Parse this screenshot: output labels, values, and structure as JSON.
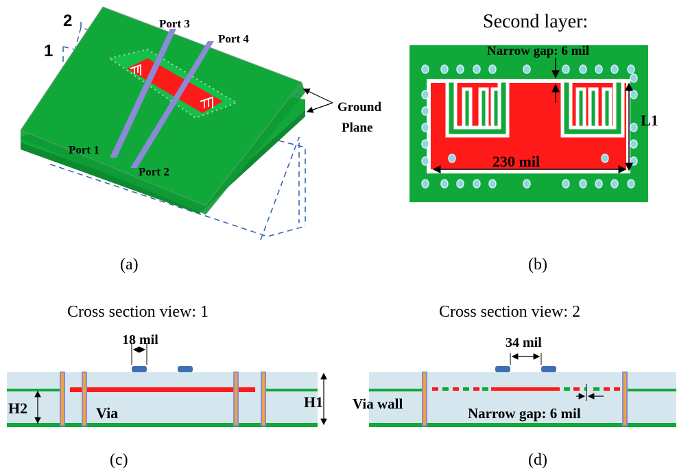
{
  "panel_a": {
    "caption": "(a)",
    "plane_1_label": "1",
    "plane_2_label": "2",
    "ports": [
      "Port 1",
      "Port 2",
      "Port 3",
      "Port 4"
    ],
    "ground_line1": "Ground",
    "ground_line2": "Plane"
  },
  "panel_b": {
    "caption": "(b)",
    "title": "Second layer:",
    "narrow_gap": "Narrow gap: 6 mil",
    "width_label": "230 mil",
    "length_label": "L1"
  },
  "panel_c": {
    "caption": "(c)",
    "title": "Cross section view: 1",
    "spacing_label": "18 mil",
    "via_label": "Via",
    "h1_label": "H1",
    "h2_label": "H2"
  },
  "panel_d": {
    "caption": "(d)",
    "title": "Cross section view: 2",
    "spacing_label": "34 mil",
    "via_wall_label": "Via wall",
    "narrow_gap": "Narrow  gap: 6 mil"
  },
  "colors": {
    "board_green": "#11a83a",
    "resonator_red": "#ff1a1a",
    "line_purple": "#8a8ad6",
    "substrate_blue": "#d5e6ef",
    "via_orange": "#f2a23c"
  }
}
